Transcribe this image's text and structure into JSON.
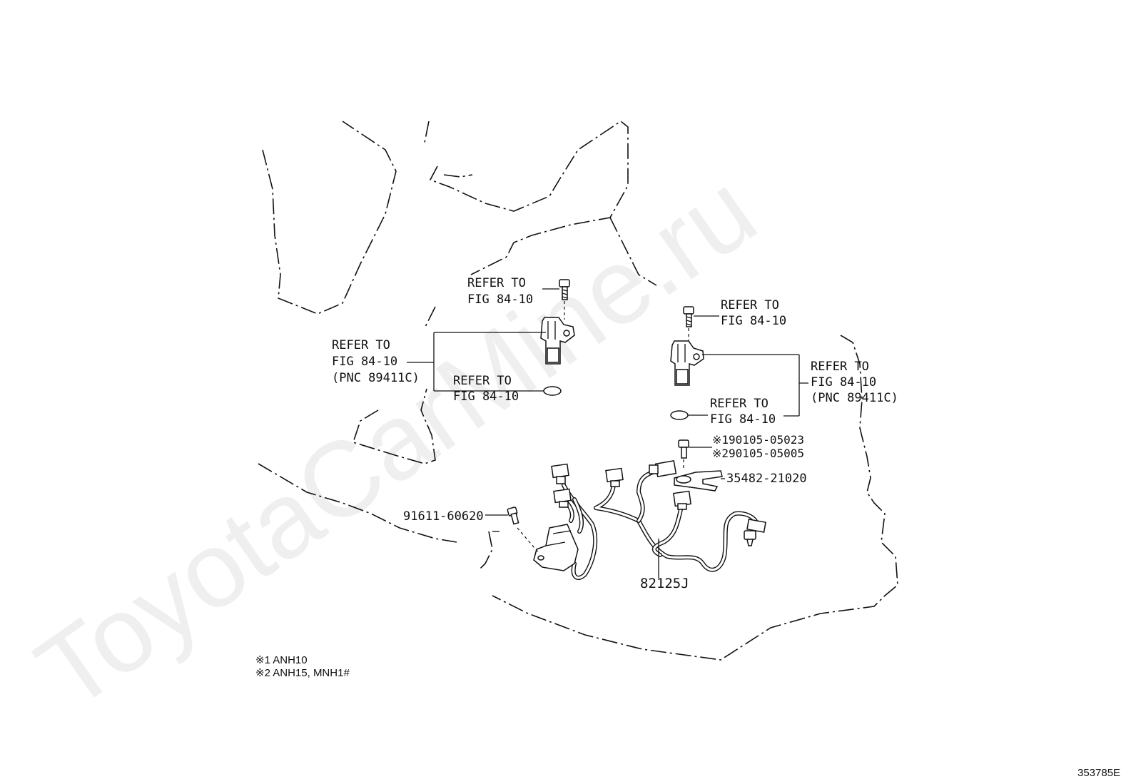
{
  "watermark": "ToyotaCarMine.ru",
  "figure_id": "353785E",
  "callouts": {
    "left_bolt_ref": [
      "REFER TO",
      "FIG 84-10"
    ],
    "left_sensor_ref": [
      "REFER TO",
      "FIG 84-10",
      "(PNC 89411C)"
    ],
    "left_oring_ref": [
      "REFER TO",
      "FIG 84-10"
    ],
    "right_bolt_ref": [
      "REFER TO",
      "FIG 84-10"
    ],
    "right_sensor_ref": [
      "REFER TO",
      "FIG 84-10",
      "(PNC 89411C)"
    ],
    "right_oring_ref": [
      "REFER TO",
      "FIG 84-10"
    ]
  },
  "part_numbers": {
    "bolt_note1": "※190105-05023",
    "bolt_note2": "※290105-05005",
    "bracket": "35482-21020",
    "switch": "91611-60620",
    "harness": "82125J"
  },
  "footnotes": [
    "※1 ANH10",
    "※2 ANH15, MNH1#"
  ]
}
